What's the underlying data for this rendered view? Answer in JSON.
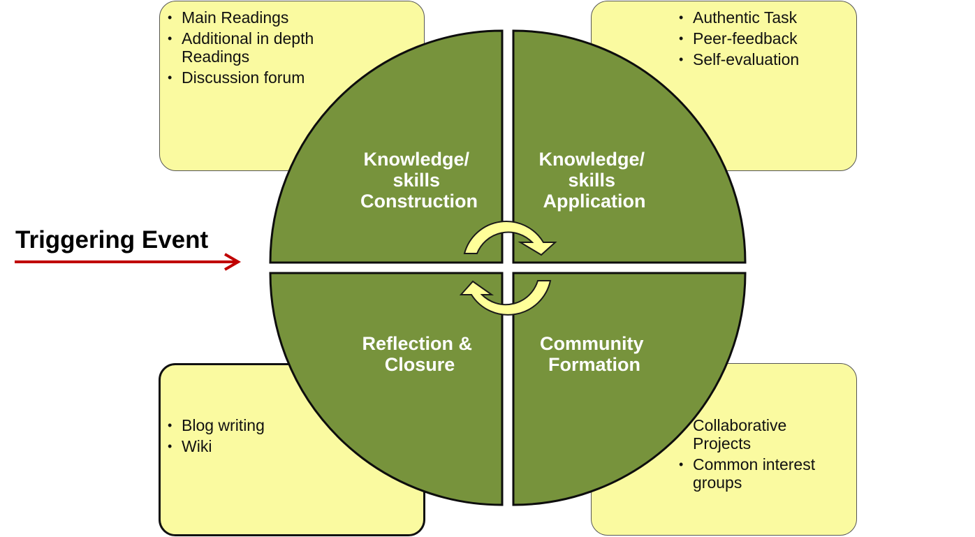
{
  "trigger": {
    "label": "Triggering Event",
    "color": "#c00000"
  },
  "quadrants": {
    "top_left": [
      "Knowledge/",
      "skills",
      "Construction"
    ],
    "top_right": [
      "Knowledge/",
      "skills",
      "Application"
    ],
    "bottom_left": [
      "Reflection &",
      "Closure"
    ],
    "bottom_right": [
      "Community",
      "Formation"
    ]
  },
  "boxes": {
    "top_left": [
      "Main Readings",
      "Additional in depth Readings",
      "Discussion forum"
    ],
    "top_right": [
      "Authentic Task",
      "Peer-feedback",
      "Self-evaluation"
    ],
    "bottom_left": [
      "Blog writing",
      "Wiki"
    ],
    "bottom_right": [
      "Collaborative Projects",
      "Common interest groups"
    ]
  },
  "colors": {
    "quadrant_fill": "#77933c",
    "box_fill": "#fafaa0",
    "arrow_fill": "#ffff99",
    "label_text": "#ffffff"
  }
}
